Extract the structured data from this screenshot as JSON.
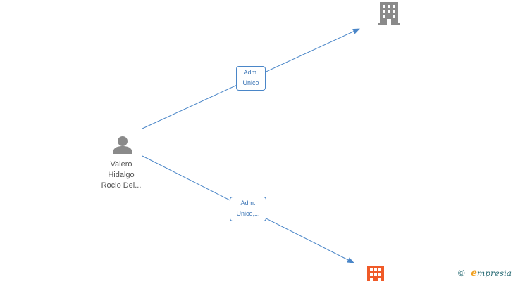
{
  "nodes": {
    "person": {
      "name_lines": [
        "Valero",
        "Hidalgo",
        "Rocio Del..."
      ],
      "icon": "person-icon",
      "color": "#8a8a8a"
    },
    "company_1": {
      "icon": "building-icon",
      "color": "#8a8a8a"
    },
    "company_2": {
      "icon": "building-icon",
      "color": "#f05a28"
    }
  },
  "edges": [
    {
      "from": "person",
      "to": "company_1",
      "label_lines": [
        "Adm.",
        "Unico"
      ]
    },
    {
      "from": "person",
      "to": "company_2",
      "label_lines": [
        "Adm.",
        "Unico,..."
      ]
    }
  ],
  "edge_color": "#4a86c8",
  "footer": {
    "copyright_symbol": "©",
    "brand_first": "e",
    "brand_rest": "mpresia",
    "brand_colors": [
      "#f0a020",
      "#2e6f78"
    ]
  }
}
